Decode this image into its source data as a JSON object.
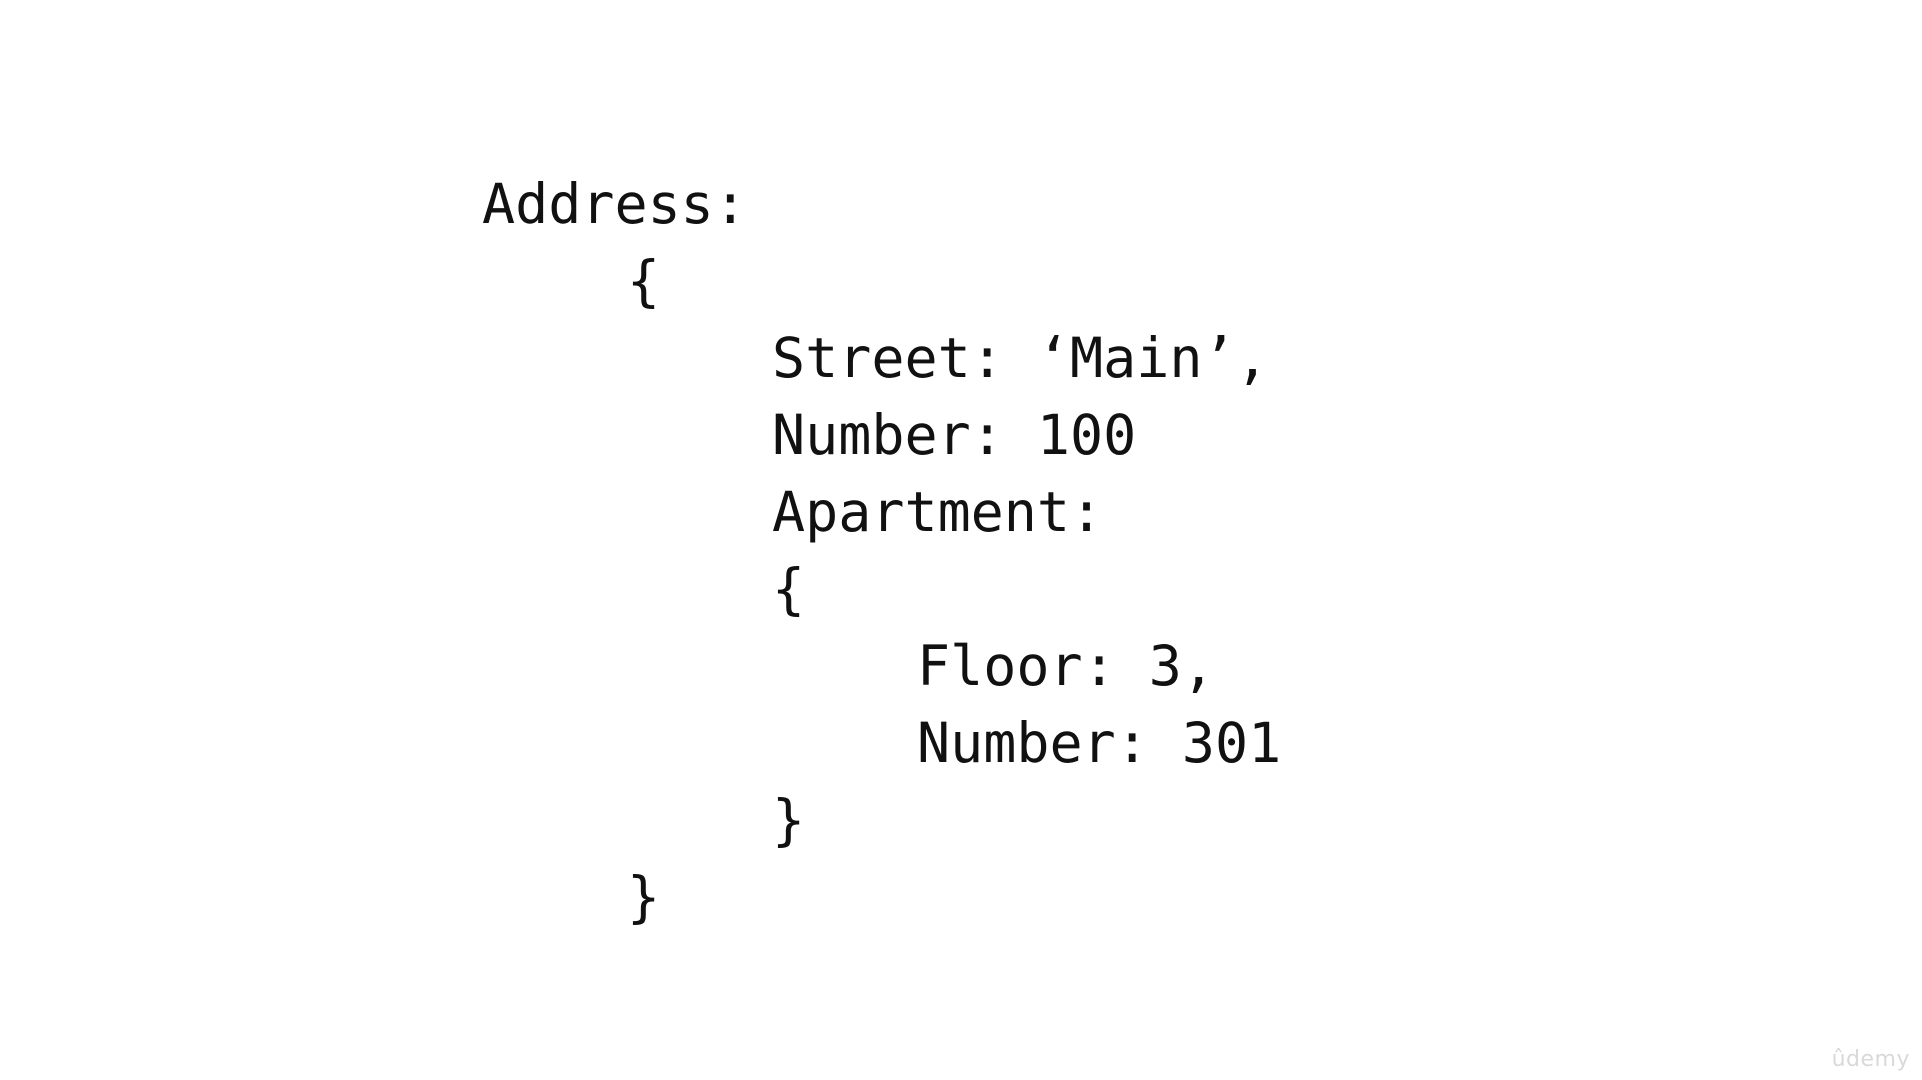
{
  "code": {
    "lines": [
      "Address:",
      "{",
      "Street: ‘Main’,",
      "Number: 100",
      "Apartment:",
      "{",
      "Floor: 3,",
      "Number: 301",
      "}",
      "}"
    ]
  },
  "watermark": {
    "text": "ûdemy"
  },
  "colors": {
    "background": "#ffffff",
    "text": "#111111",
    "watermark": "#d9d9d9"
  }
}
